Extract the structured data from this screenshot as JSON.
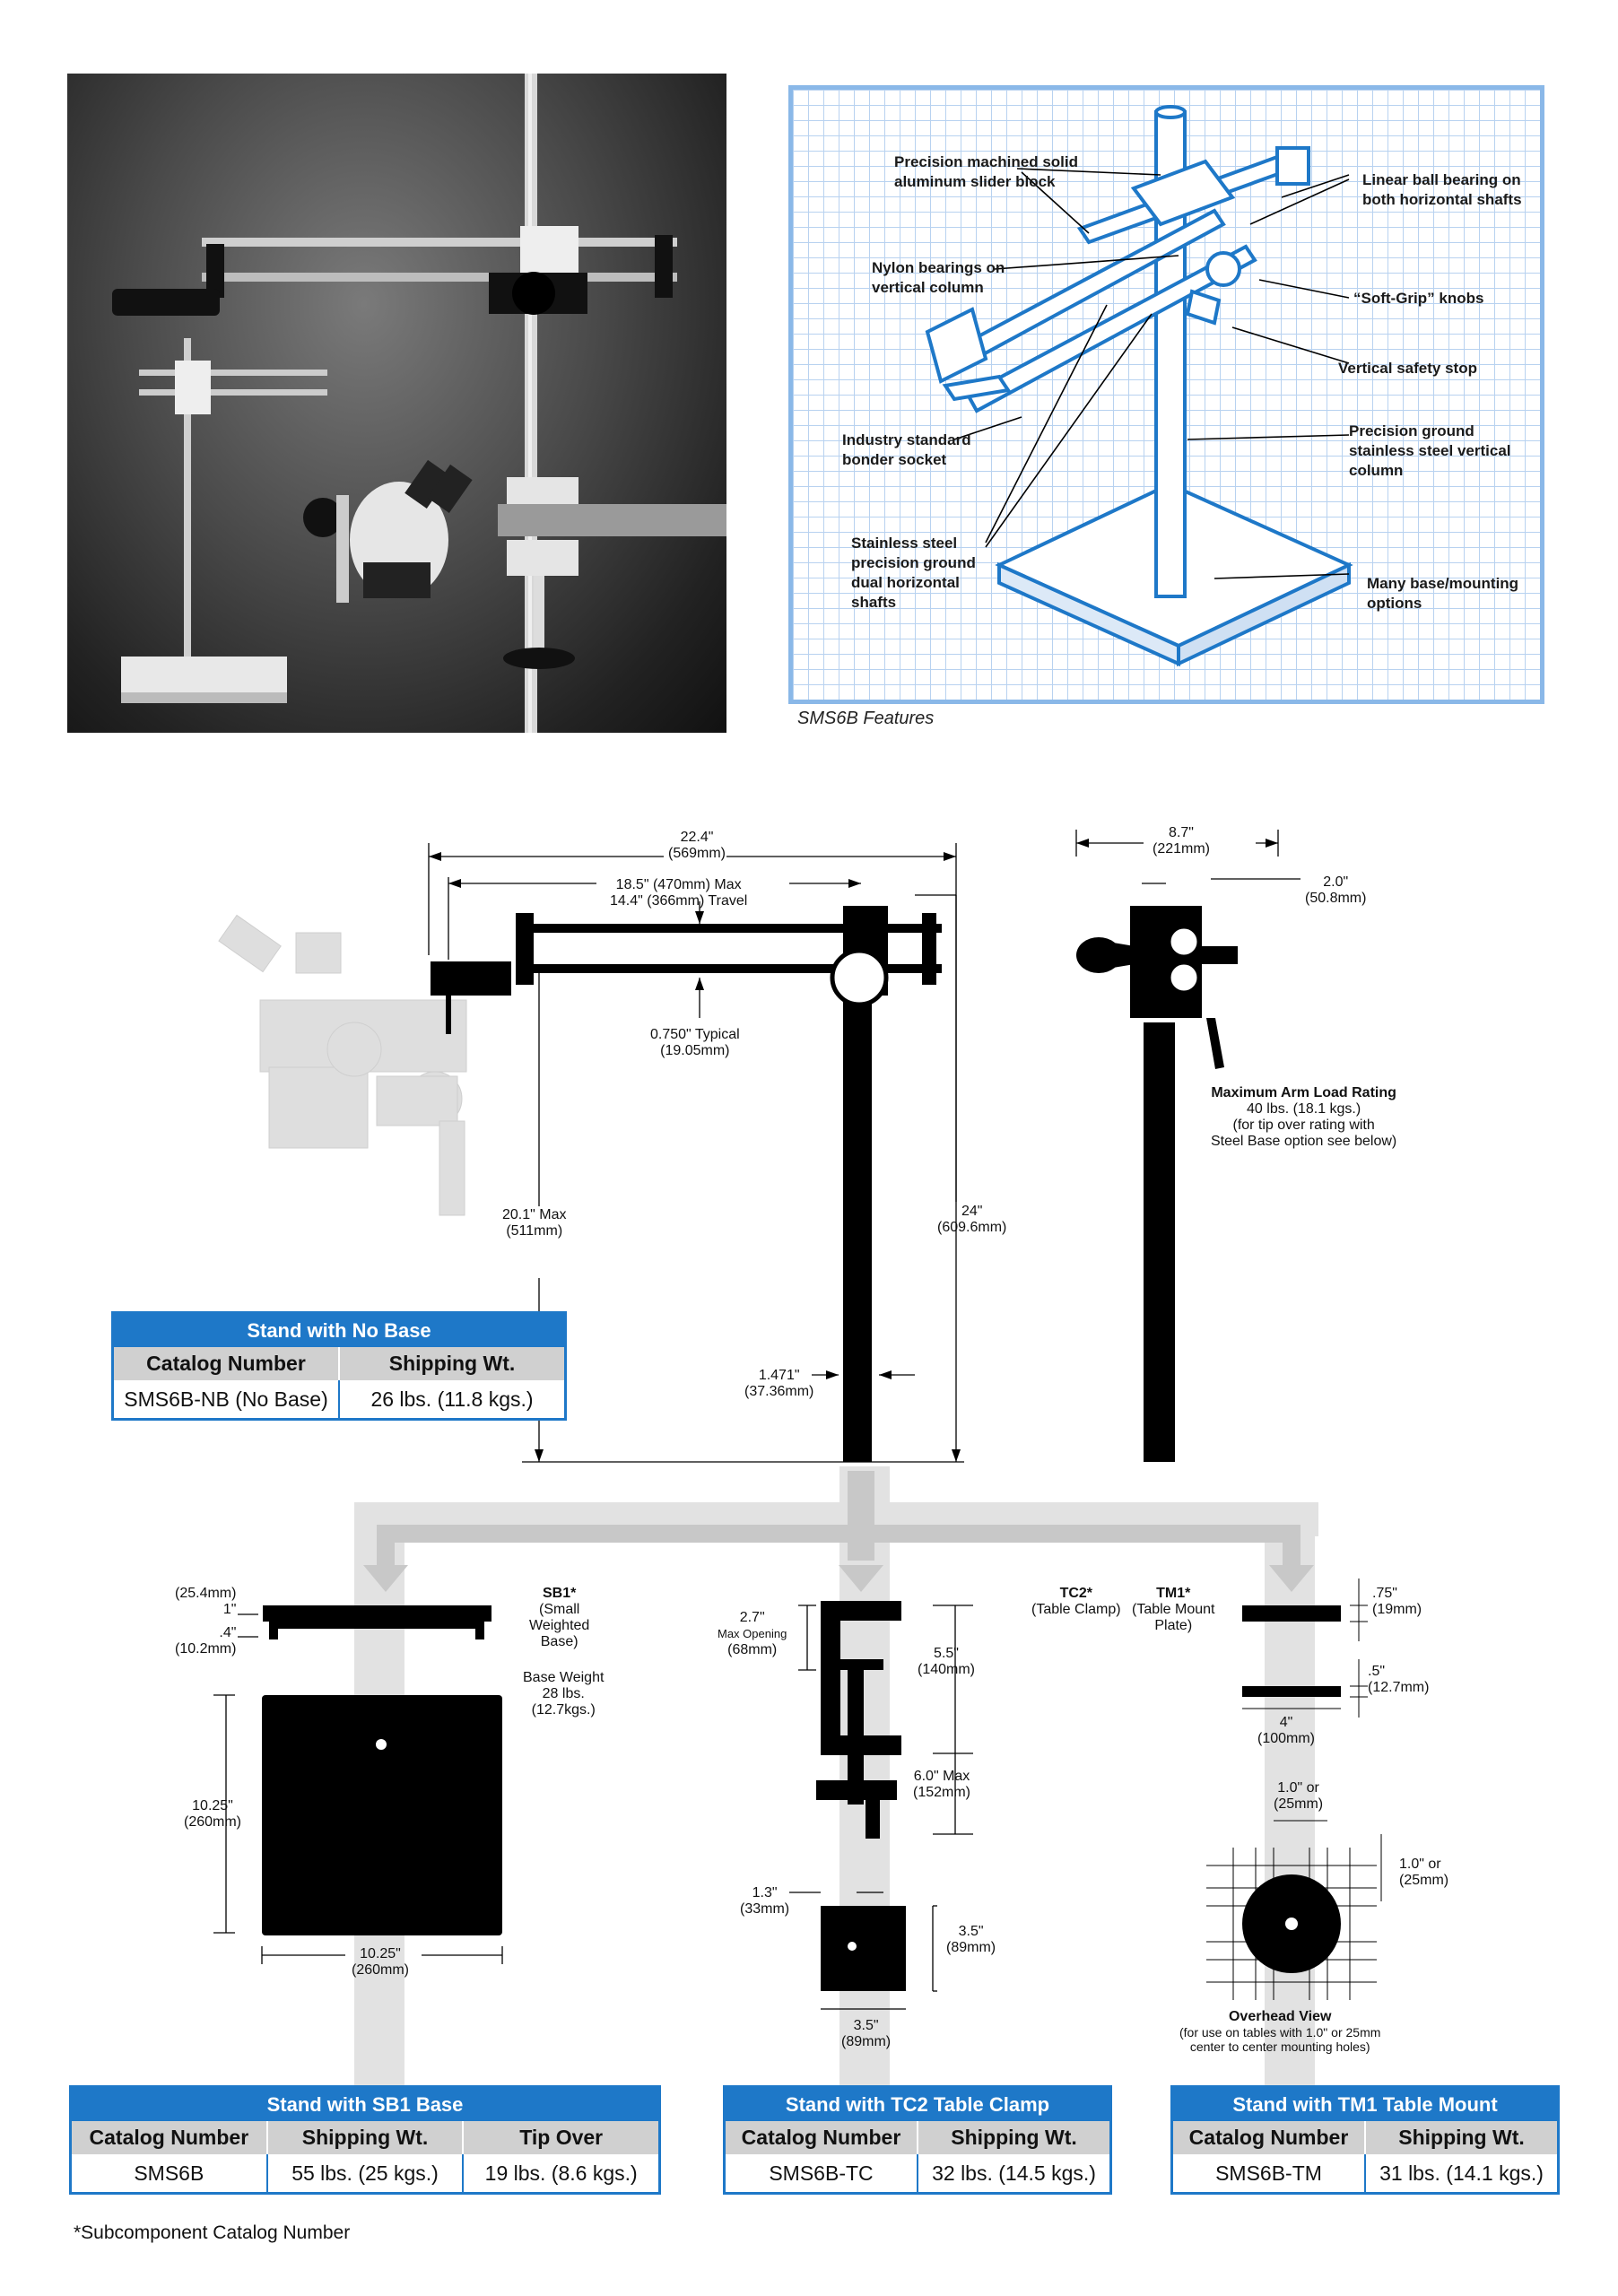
{
  "features": {
    "caption": "SMS6B Features",
    "callouts": [
      {
        "id": "slider",
        "lines": [
          "Precision machined solid",
          "aluminum slider block"
        ]
      },
      {
        "id": "linear",
        "lines": [
          "Linear ball bearing on",
          "both horizontal shafts"
        ]
      },
      {
        "id": "nylon",
        "lines": [
          "Nylon bearings on",
          "vertical column"
        ]
      },
      {
        "id": "knobs",
        "lines": [
          "“Soft-Grip” knobs"
        ]
      },
      {
        "id": "safety",
        "lines": [
          "Vertical safety stop"
        ]
      },
      {
        "id": "bonder",
        "lines": [
          "Industry standard",
          "bonder socket"
        ]
      },
      {
        "id": "ground",
        "lines": [
          "Precision ground",
          "stainless steel vertical",
          "column"
        ]
      },
      {
        "id": "shafts",
        "lines": [
          "Stainless steel",
          "precision ground",
          "dual horizontal",
          "shafts"
        ]
      },
      {
        "id": "base",
        "lines": [
          "Many base/mounting",
          "options"
        ]
      }
    ]
  },
  "dims": {
    "overall_width": [
      "22.4\"",
      "(569mm)"
    ],
    "travel": [
      "18.5\" (470mm) Max",
      "14.4\" (366mm) Travel"
    ],
    "shaft_dia": [
      "0.750\" Typical",
      "(19.05mm)"
    ],
    "height_max": [
      "20.1\" Max",
      "(511mm)"
    ],
    "column_height": [
      "24\"",
      "(609.6mm)"
    ],
    "column_dia": [
      "1.471\"",
      "(37.36mm)"
    ],
    "side_width": [
      "8.7\"",
      "(221mm)"
    ],
    "side_offset": [
      "2.0\"",
      "(50.8mm)"
    ],
    "load_title": "Maximum Arm Load Rating",
    "load_lines": [
      "40 lbs. (18.1 kgs.)",
      "(for tip over rating with",
      "Steel Base option see below)"
    ]
  },
  "sb1": {
    "name": "SB1*",
    "desc": [
      "(Small",
      "Weighted",
      "Base)"
    ],
    "weight": [
      "Base Weight",
      "28 lbs.",
      "(12.7kgs.)"
    ],
    "thick_top": [
      "(25.4mm)",
      "1\""
    ],
    "thick_bottom": [
      ".4\"",
      "(10.2mm)"
    ],
    "height": [
      "10.25\"",
      "(260mm)"
    ],
    "width": [
      "10.25\"",
      "(260mm)"
    ]
  },
  "tc2": {
    "name": "TC2*",
    "desc": "(Table Clamp)",
    "opening": [
      "2.7\"",
      "Max Opening",
      "(68mm)"
    ],
    "height": [
      "5.5\"",
      "(140mm)"
    ],
    "max": [
      "6.0\" Max",
      "(152mm)"
    ],
    "offset": [
      "1.3\"",
      "(33mm)"
    ],
    "pad_h": [
      "3.5\"",
      "(89mm)"
    ],
    "pad_w": [
      "3.5\"",
      "(89mm)"
    ]
  },
  "tm1": {
    "name": "TM1*",
    "desc": [
      "(Table Mount",
      "Plate)"
    ],
    "thick_top": [
      ".75\"",
      "(19mm)"
    ],
    "thick_bottom": [
      ".5\"",
      "(12.7mm)"
    ],
    "width": [
      "4\"",
      "(100mm)"
    ],
    "grid_h": [
      "1.0\" or",
      "(25mm)"
    ],
    "grid_v": [
      "1.0\" or",
      "(25mm)"
    ],
    "overhead_title": "Overhead View",
    "overhead_lines": [
      "(for use on tables with 1.0\" or 25mm",
      "center to center mounting holes)"
    ]
  },
  "tables": {
    "nobase": {
      "title": "Stand with No Base",
      "headers": [
        "Catalog Number",
        "Shipping Wt."
      ],
      "row": [
        "SMS6B-NB (No Base)",
        "26 lbs. (11.8 kgs.)"
      ]
    },
    "sb1": {
      "title": "Stand with SB1 Base",
      "headers": [
        "Catalog Number",
        "Shipping Wt.",
        "Tip Over"
      ],
      "row": [
        "SMS6B",
        "55 lbs. (25 kgs.)",
        "19 lbs. (8.6 kgs.)"
      ]
    },
    "tc2": {
      "title": "Stand with TC2 Table Clamp",
      "headers": [
        "Catalog Number",
        "Shipping Wt."
      ],
      "row": [
        "SMS6B-TC",
        "32 lbs. (14.5 kgs.)"
      ]
    },
    "tm1": {
      "title": "Stand with TM1 Table Mount",
      "headers": [
        "Catalog Number",
        "Shipping Wt."
      ],
      "row": [
        "SMS6B-TM",
        "31 lbs. (14.1 kgs.)"
      ]
    }
  },
  "footnote": "*Subcomponent Catalog Number"
}
